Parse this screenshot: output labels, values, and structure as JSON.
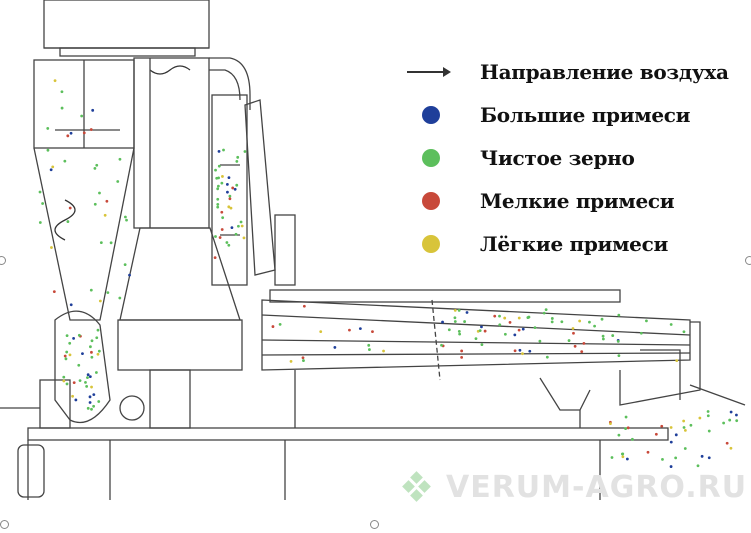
{
  "legend": {
    "items": [
      {
        "label": "Направление воздуха",
        "marker": "arrow",
        "color": "#333333"
      },
      {
        "label": "Большие примеси",
        "marker": "dot",
        "color": "#1f3f9a"
      },
      {
        "label": "Чистое зерно",
        "marker": "dot",
        "color": "#5cbf5c"
      },
      {
        "label": "Мелкие примеси",
        "marker": "dot",
        "color": "#c8493a"
      },
      {
        "label": "Лёгкие примеси",
        "marker": "dot",
        "color": "#d8c43a"
      }
    ]
  },
  "watermark": {
    "text": "VERUM-AGRO.RU",
    "logo_icon": "diamond-logo-icon"
  },
  "colors": {
    "line": "#444444",
    "background": "#ffffff"
  }
}
